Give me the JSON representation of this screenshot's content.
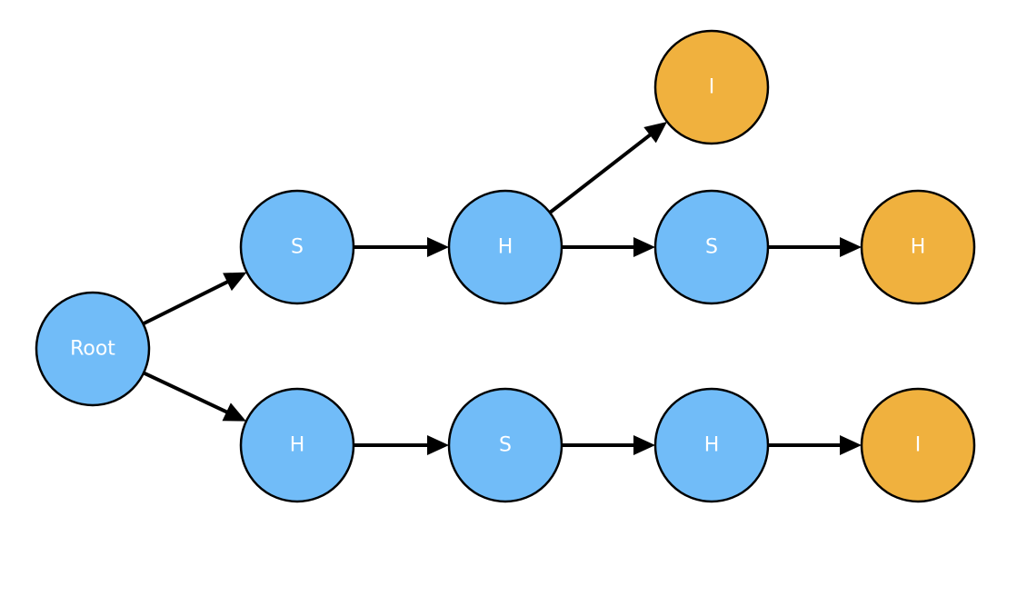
{
  "colors": {
    "internal": "#71bcf8",
    "leaf": "#f0b13e",
    "stroke": "#000000",
    "label": "#ffffff"
  },
  "nodes": [
    {
      "id": "root",
      "label": "Root",
      "kind": "internal"
    },
    {
      "id": "s1",
      "label": "S",
      "kind": "internal"
    },
    {
      "id": "h1",
      "label": "H",
      "kind": "internal"
    },
    {
      "id": "i1",
      "label": "I",
      "kind": "leaf"
    },
    {
      "id": "s2",
      "label": "S",
      "kind": "internal"
    },
    {
      "id": "h2",
      "label": "H",
      "kind": "leaf"
    },
    {
      "id": "h3",
      "label": "H",
      "kind": "internal"
    },
    {
      "id": "s3",
      "label": "S",
      "kind": "internal"
    },
    {
      "id": "h4",
      "label": "H",
      "kind": "internal"
    },
    {
      "id": "i2",
      "label": "I",
      "kind": "leaf"
    }
  ],
  "edges": [
    {
      "from": "root",
      "to": "s1"
    },
    {
      "from": "root",
      "to": "h3"
    },
    {
      "from": "s1",
      "to": "h1"
    },
    {
      "from": "h1",
      "to": "i1"
    },
    {
      "from": "h1",
      "to": "s2"
    },
    {
      "from": "s2",
      "to": "h2"
    },
    {
      "from": "h3",
      "to": "s3"
    },
    {
      "from": "s3",
      "to": "h4"
    },
    {
      "from": "h4",
      "to": "i2"
    }
  ]
}
